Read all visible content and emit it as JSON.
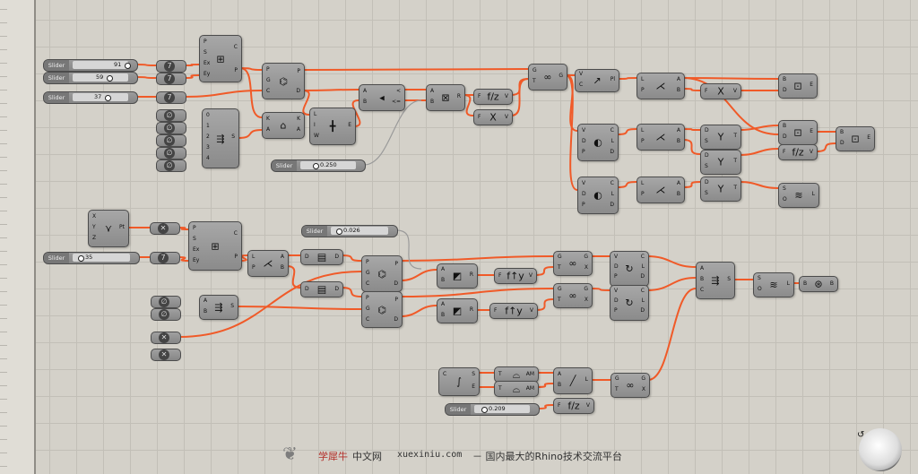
{
  "sliders": [
    {
      "id": "s1",
      "label": "Slider",
      "value": "91"
    },
    {
      "id": "s2",
      "label": "Slider",
      "value": "59"
    },
    {
      "id": "s3",
      "label": "Slider",
      "value": "37"
    },
    {
      "id": "s4",
      "label": "Slider",
      "value": "0.250"
    },
    {
      "id": "s5",
      "label": "Slider",
      "value": "35"
    },
    {
      "id": "s6",
      "label": "Slider",
      "value": "0.026"
    },
    {
      "id": "s7",
      "label": "Slider",
      "value": "0.209"
    }
  ],
  "watermark": {
    "cn_brand": "学犀牛",
    "cn_mid": "中文网",
    "url": "xuexiniu.com",
    "slogan": "－ 国内最大的Rhino技术交流平台"
  },
  "colors": {
    "wire": "#f05a28",
    "wire_inactive": "#9a9a9a",
    "component": "#999999"
  }
}
